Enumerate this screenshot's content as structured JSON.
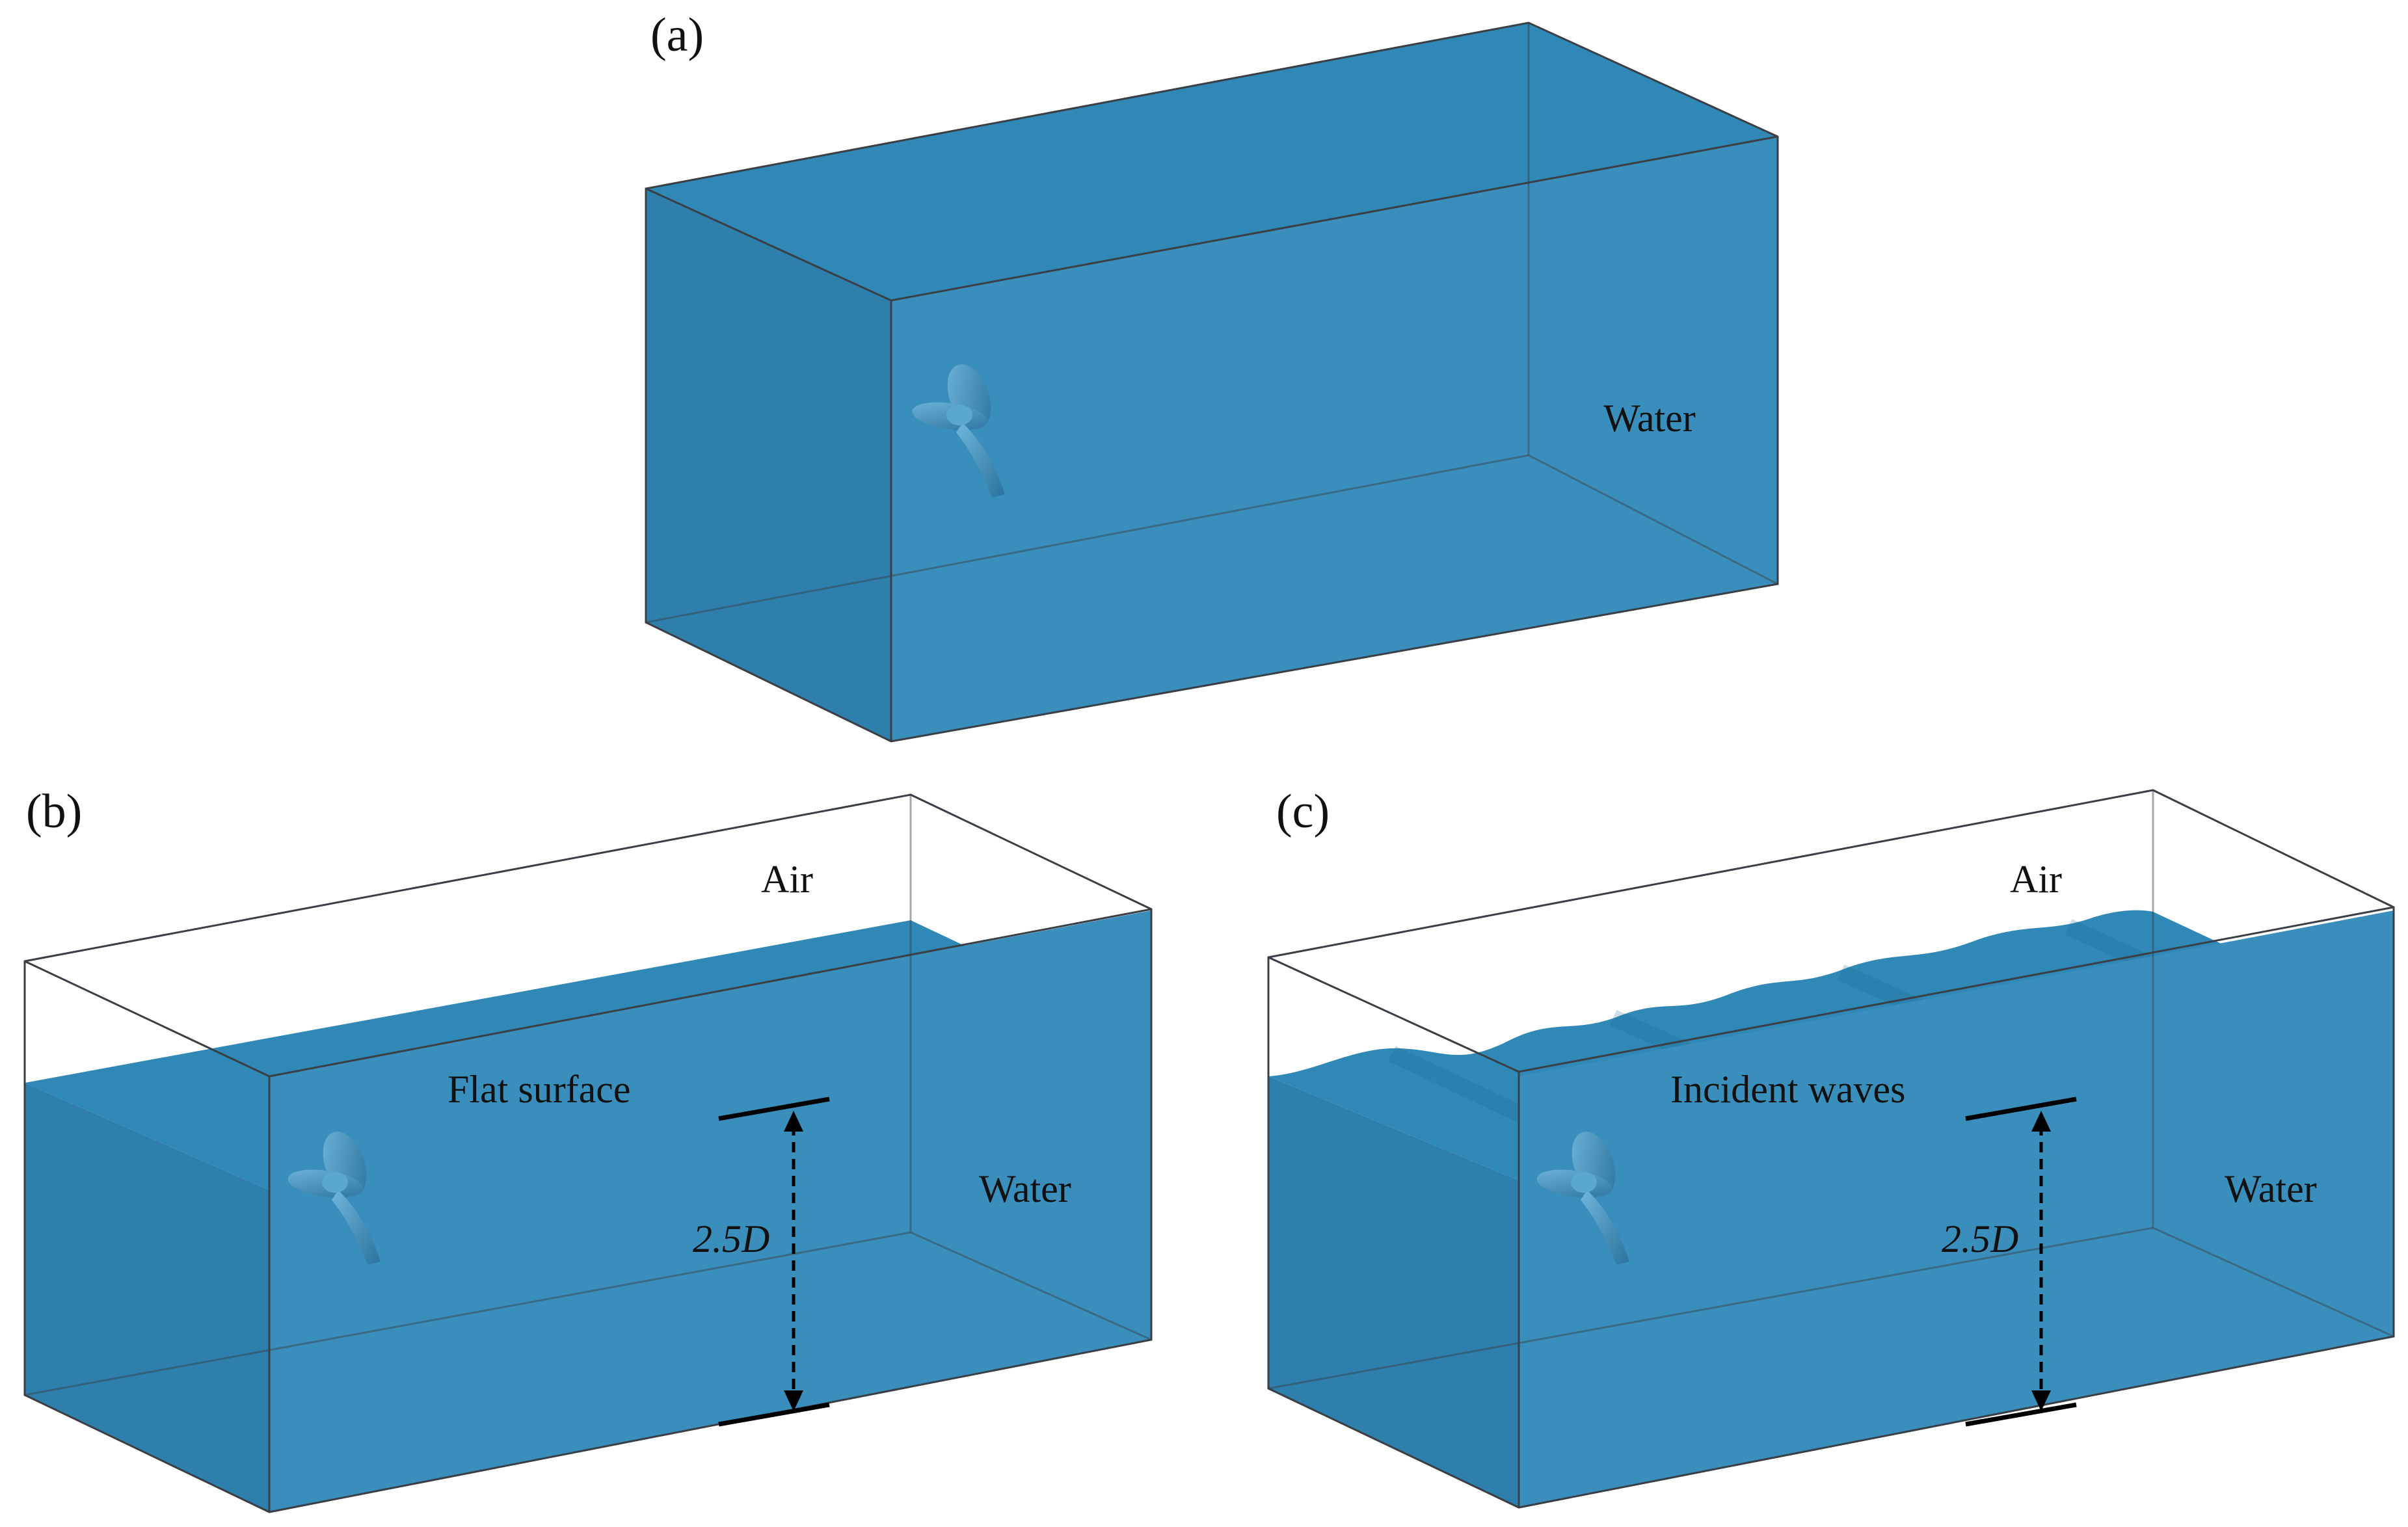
{
  "colors": {
    "water_top": "#2f88b5",
    "water_front": "#3a8ebb",
    "water_side": "#2e7fac",
    "edge": "#3a3f46",
    "background": "#ffffff"
  },
  "panels": [
    {
      "tag": "(a)",
      "water_label": "Water"
    },
    {
      "tag": "(b)",
      "air_label": "Air",
      "surface_label": "Flat surface",
      "water_label": "Water",
      "depth_label": "2.5D"
    },
    {
      "tag": "(c)",
      "air_label": "Air",
      "surface_label": "Incident waves",
      "water_label": "Water",
      "depth_label": "2.5D"
    }
  ],
  "icons": [
    "propeller-icon"
  ]
}
